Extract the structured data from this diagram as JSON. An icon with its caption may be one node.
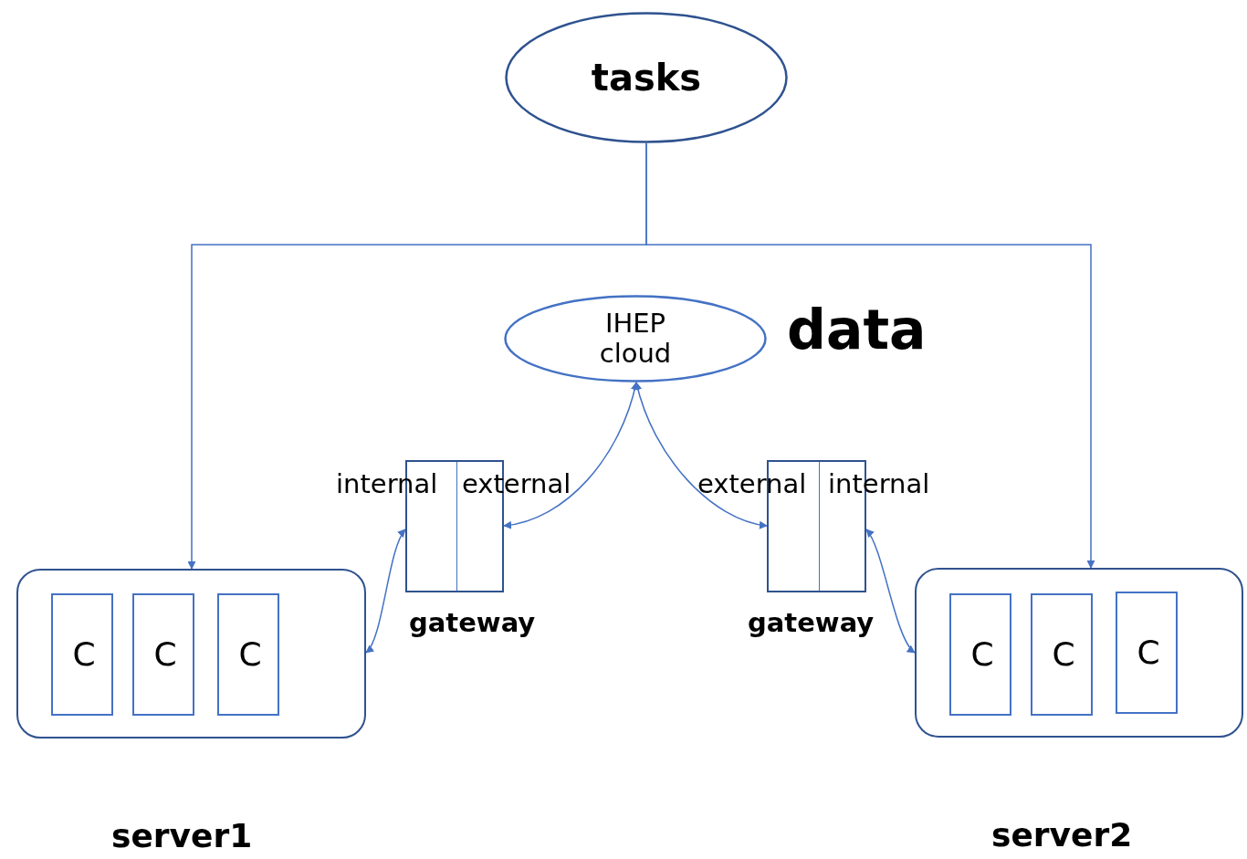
{
  "diagram": {
    "nodes": [
      {
        "text": [
          "tasks"
        ]
      },
      {
        "text": [
          "IHEP cloud"
        ],
        "beside": [
          "data"
        ]
      },
      {
        "text": [
          "internal",
          "external",
          "gateway"
        ]
      },
      {
        "text": [
          "external",
          "internal",
          "gateway"
        ]
      },
      {
        "text": [
          "server1"
        ]
      },
      {
        "text": [
          "C"
        ],
        "in": 4
      },
      {
        "text": [
          "C"
        ],
        "in": 4
      },
      {
        "text": [
          "C"
        ],
        "in": 4
      },
      {
        "text": [
          "server2"
        ]
      },
      {
        "text": [
          "C"
        ],
        "in": 8
      },
      {
        "text": [
          "C"
        ],
        "in": 8
      },
      {
        "text": [
          "C"
        ],
        "in": 8
      }
    ],
    "edges": [
      {
        "from": 0,
        "to": 4,
        "arrow": "to"
      },
      {
        "from": 0,
        "to": 8,
        "arrow": "to"
      },
      {
        "from": 1,
        "to": 2,
        "arrow": "both"
      },
      {
        "from": 1,
        "to": 3,
        "arrow": "both"
      },
      {
        "from": 2,
        "to": 4,
        "arrow": "both"
      },
      {
        "from": 3,
        "to": 8,
        "arrow": "both"
      }
    ]
  }
}
